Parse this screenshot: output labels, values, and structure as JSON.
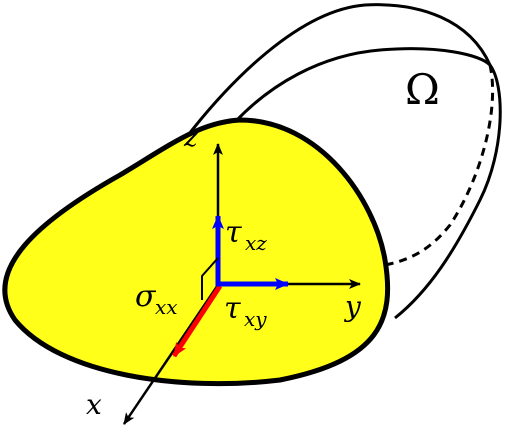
{
  "figure": {
    "domain_label": "Ω",
    "axes": {
      "x": "x",
      "y": "y",
      "z": "z"
    },
    "stresses": {
      "normal": {
        "symbol": "σ",
        "subscript": "xx"
      },
      "shear_y": {
        "symbol": "τ",
        "subscript": "xy"
      },
      "shear_z": {
        "symbol": "τ",
        "subscript": "xz"
      }
    },
    "colors": {
      "cross_section_fill": "#ffff1a",
      "outline": "#000000",
      "normal_stress_arrow": "#ff0000",
      "shear_stress_arrows": "#0000ff",
      "axes": "#000000",
      "background": "#ffffff"
    }
  }
}
